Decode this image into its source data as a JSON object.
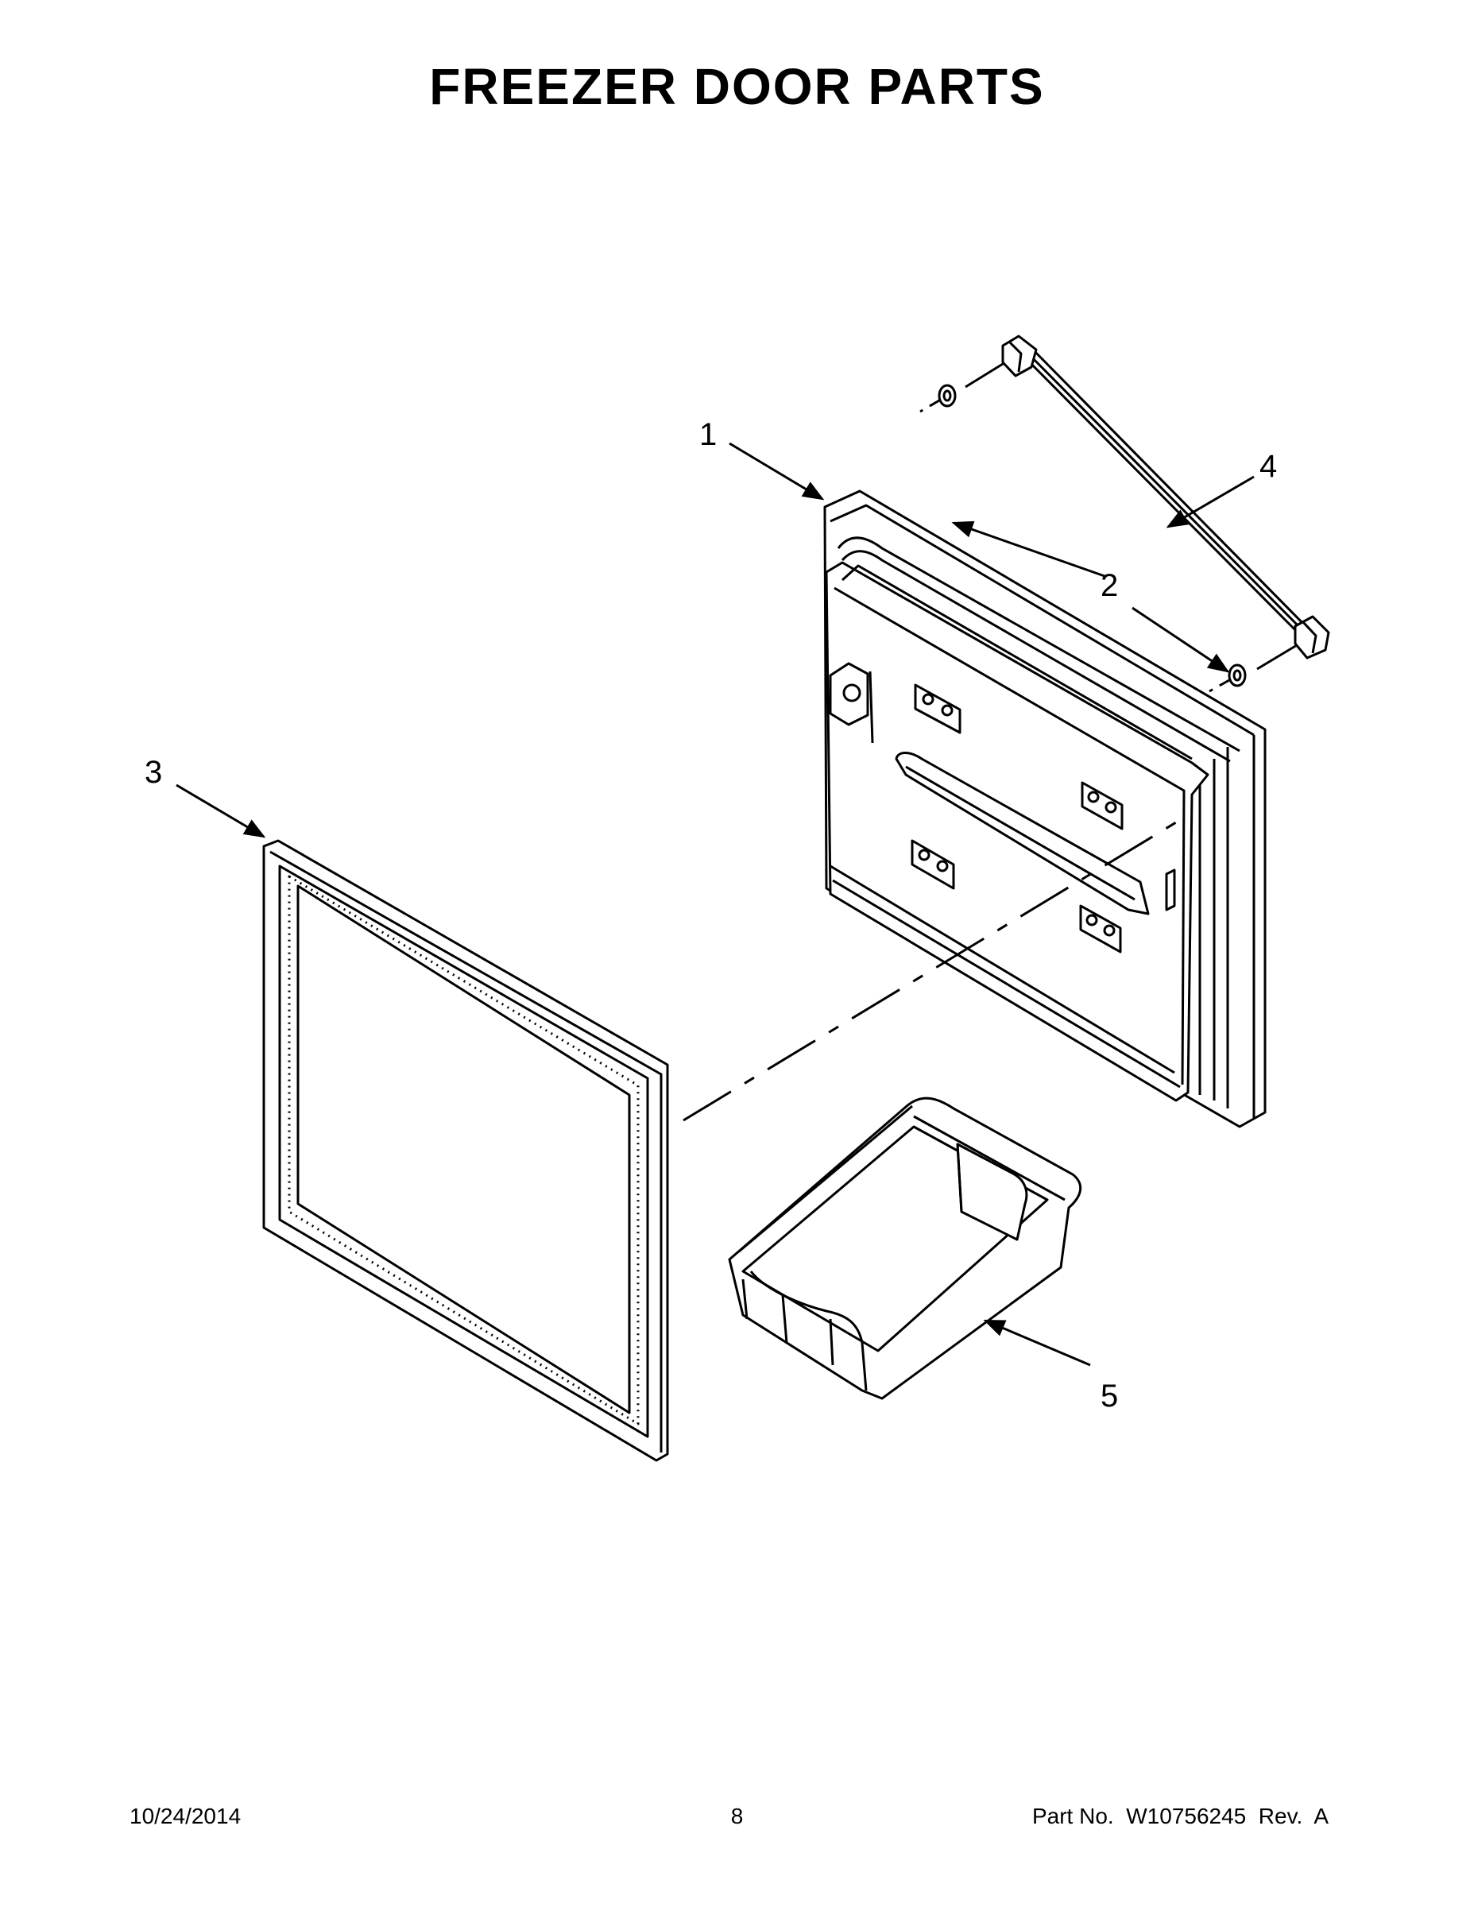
{
  "page": {
    "title": "FREEZER DOOR PARTS"
  },
  "callouts": [
    {
      "id": "1"
    },
    {
      "id": "2"
    },
    {
      "id": "3"
    },
    {
      "id": "4"
    },
    {
      "id": "5"
    }
  ],
  "footer": {
    "date": "10/24/2014",
    "page_number": "8",
    "part_number": "Part No.  W10756245  Rev.  A"
  }
}
